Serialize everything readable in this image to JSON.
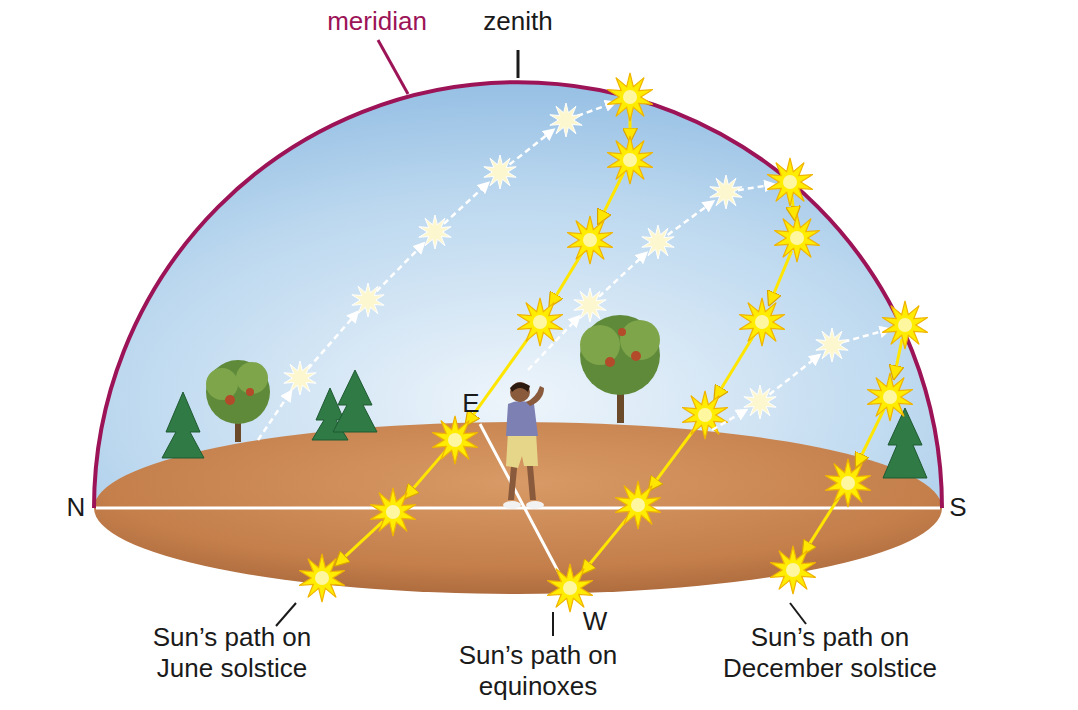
{
  "diagram": {
    "labels": [
      "meridian",
      "zenith",
      "N",
      "S",
      "E",
      "W",
      "Sun’s path on June solstice",
      "Sun’s path on equinoxes",
      "Sun’s path on December solstice"
    ]
  }
}
